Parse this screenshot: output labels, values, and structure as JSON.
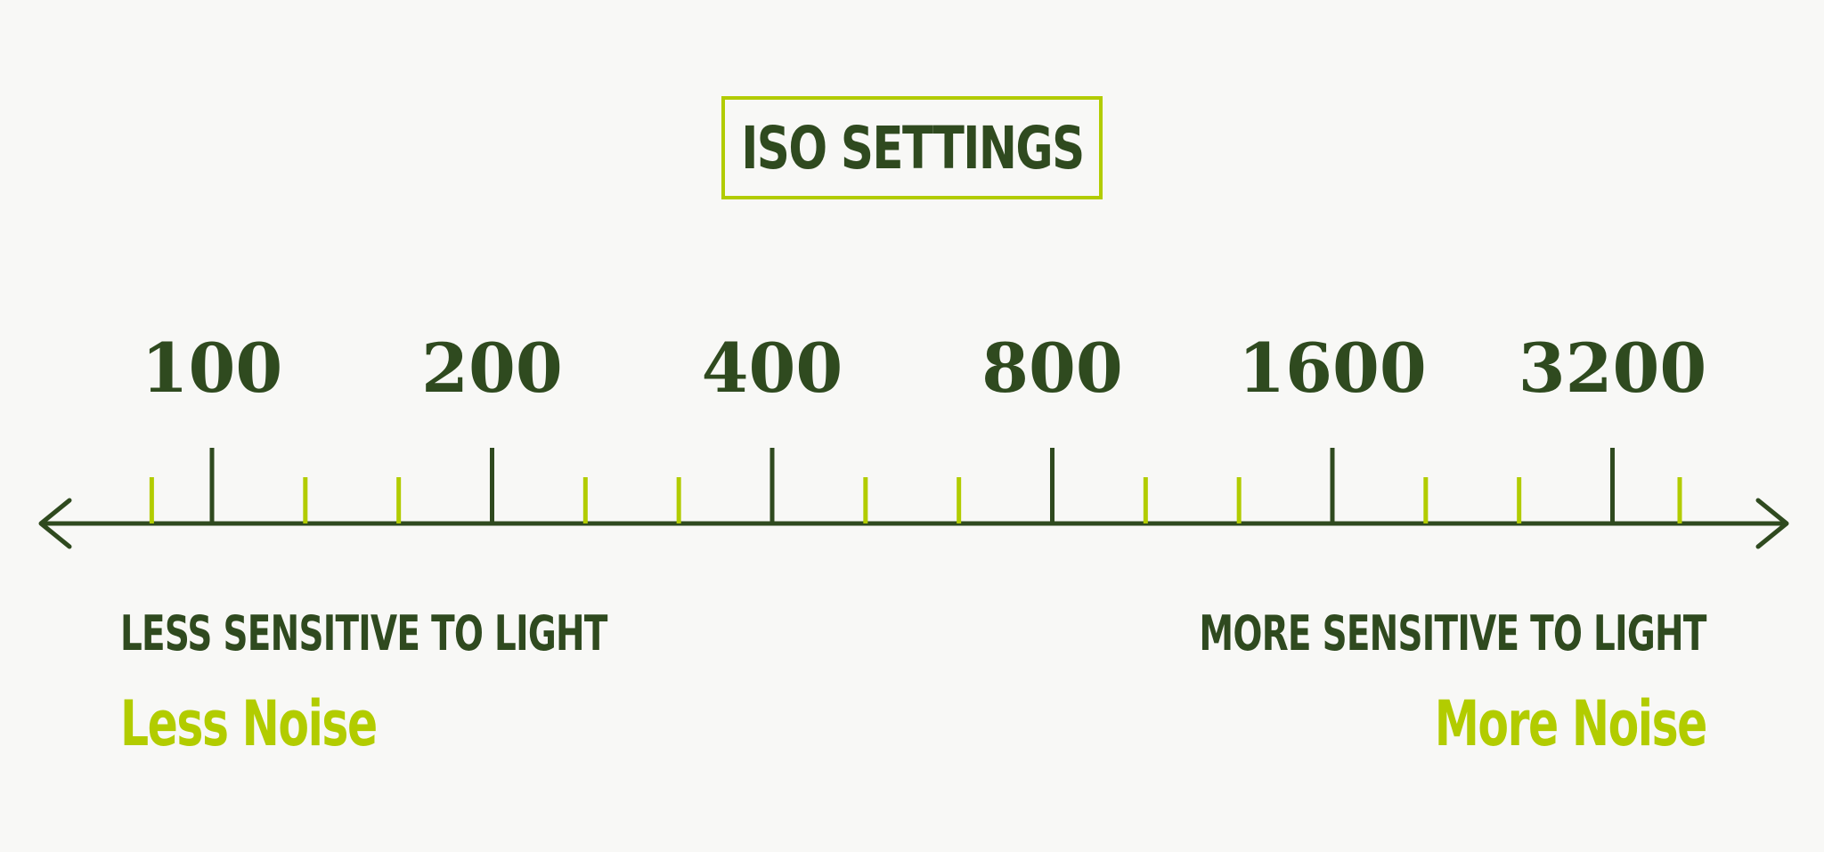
{
  "title": "ISO SETTINGS",
  "scale": {
    "iso_values": [
      "100",
      "200",
      "400",
      "800",
      "1600",
      "3200"
    ],
    "colors": {
      "dark": "#2f4a1f",
      "accent": "#b2cc00"
    },
    "arrows": [
      "arrow-left-icon",
      "arrow-right-icon"
    ]
  },
  "left_end": {
    "sensitivity": "LESS SENSITIVE TO LIGHT",
    "noise": "Less Noise"
  },
  "right_end": {
    "sensitivity": "MORE SENSITIVE TO LIGHT",
    "noise": "More Noise"
  }
}
